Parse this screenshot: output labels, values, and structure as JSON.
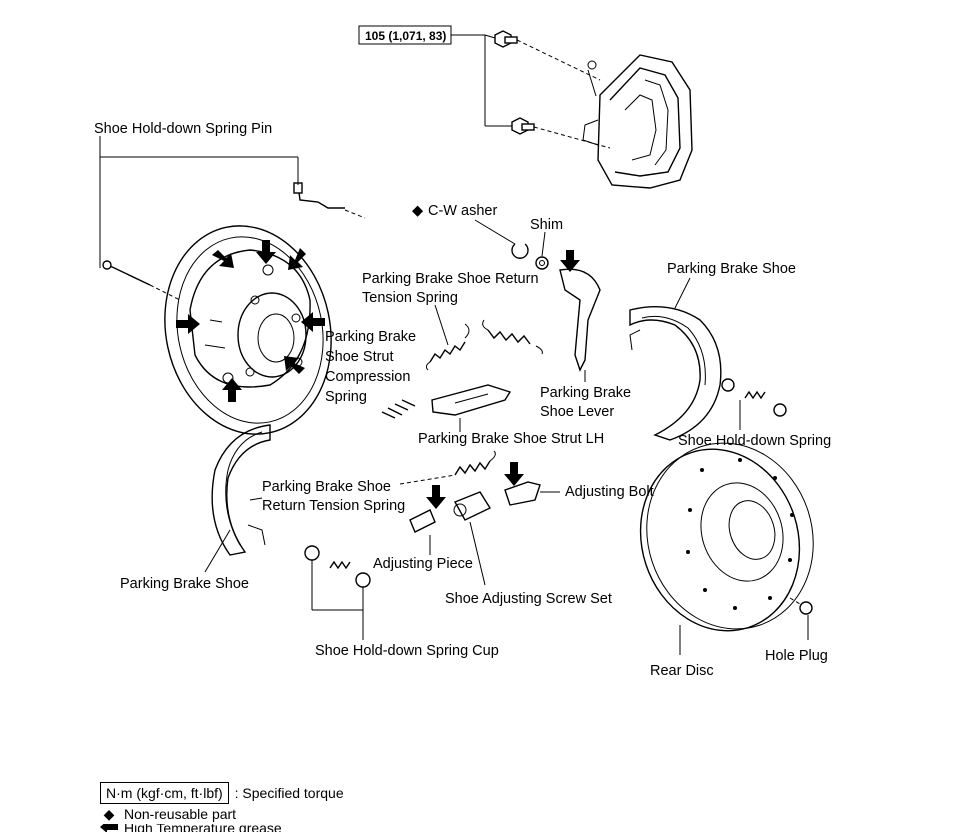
{
  "torque_spec": "105 (1,071, 83)",
  "labels": {
    "shoe_hold_down_spring_pin": "Shoe Hold-down Spring Pin",
    "c_washer": "C-W asher",
    "shim": "Shim",
    "parking_brake_shoe_return_tension_spring_upper_1": "Parking Brake Shoe Return",
    "parking_brake_shoe_return_tension_spring_upper_2": "Tension Spring",
    "parking_brake_shoe_right": "Parking Brake Shoe",
    "strut_compression_spring_1": "Parking Brake",
    "strut_compression_spring_2": "Shoe Strut",
    "strut_compression_spring_3": "Compression",
    "strut_compression_spring_4": "Spring",
    "parking_brake_shoe_lever_1": "Parking Brake",
    "parking_brake_shoe_lever_2": "Shoe Lever",
    "shoe_hold_down_spring": "Shoe Hold-down Spring",
    "parking_brake_shoe_strut_lh": "Parking Brake Shoe Strut LH",
    "parking_brake_shoe_return_tension_spring_lower_1": "Parking Brake Shoe",
    "parking_brake_shoe_return_tension_spring_lower_2": "Return Tension Spring",
    "adjusting_bolt": "Adjusting Bolt",
    "adjusting_piece": "Adjusting Piece",
    "parking_brake_shoe_left": "Parking Brake Shoe",
    "shoe_adjusting_screw_set": "Shoe Adjusting Screw Set",
    "shoe_hold_down_spring_cup": "Shoe Hold-down Spring Cup",
    "rear_disc": "Rear Disc",
    "hole_plug": "Hole Plug"
  },
  "legend": {
    "torque_box": "N·m (kgf·cm, ft·lbf)",
    "torque_text": ": Specified torque",
    "non_reusable_symbol": "◆",
    "non_reusable_text": "Non-reusable part",
    "grease_text": "High Temperature grease"
  }
}
